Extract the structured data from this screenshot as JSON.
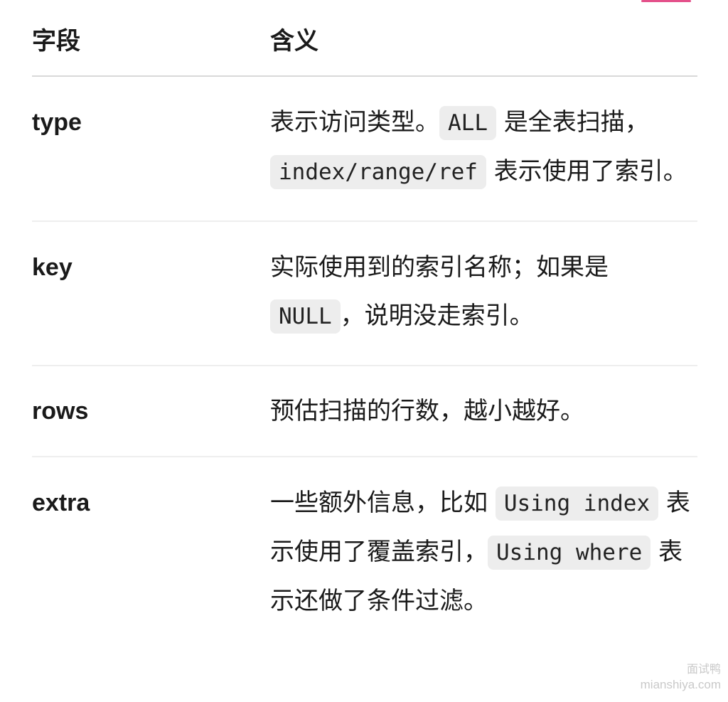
{
  "header": {
    "col_field": "字段",
    "col_meaning": "含义"
  },
  "rows": [
    {
      "field": "type",
      "desc": {
        "t1": "表示访问类型。",
        "c1": "ALL",
        "t2": " 是全表扫描，",
        "c2": "index/range/ref",
        "t3": " 表示使用了索引。"
      }
    },
    {
      "field": "key",
      "desc": {
        "t1": "实际使用到的索引名称；如果是 ",
        "c1": "NULL",
        "t2": "，说明没走索引。"
      }
    },
    {
      "field": "rows",
      "desc": {
        "t1": "预估扫描的行数，越小越好。"
      }
    },
    {
      "field": "extra",
      "desc": {
        "t1": "一些额外信息，比如 ",
        "c1": "Using index",
        "t2": " 表示使用了覆盖索引，",
        "c2": "Using where",
        "t3": " 表示还做了条件过滤。"
      }
    }
  ],
  "watermark": {
    "cn": "面试鸭",
    "en": "mianshiya.com"
  },
  "colors": {
    "accent": "#e4508a",
    "code_bg": "#ededed",
    "header_rule": "#d9d9d9",
    "row_rule": "#eeeeee"
  }
}
